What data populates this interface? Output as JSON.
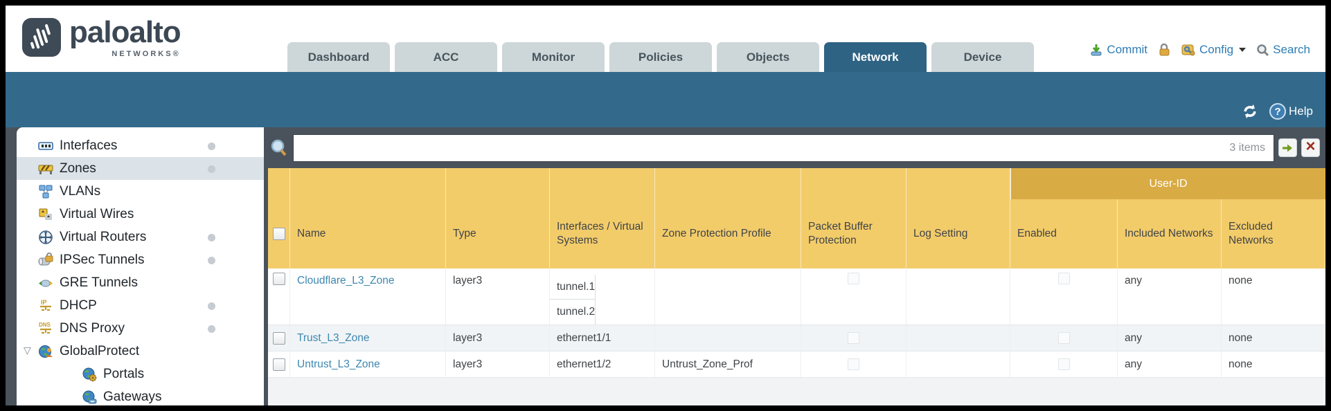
{
  "brand": {
    "wordmark": "paloalto",
    "sub": "NETWORKS®"
  },
  "tabs": [
    {
      "label": "Dashboard",
      "active": false
    },
    {
      "label": "ACC",
      "active": false
    },
    {
      "label": "Monitor",
      "active": false
    },
    {
      "label": "Policies",
      "active": false
    },
    {
      "label": "Objects",
      "active": false
    },
    {
      "label": "Network",
      "active": true
    },
    {
      "label": "Device",
      "active": false
    }
  ],
  "utilities": {
    "commit": "Commit",
    "config": "Config",
    "search": "Search"
  },
  "band": {
    "help": "Help",
    "help_glyph": "?"
  },
  "sidebar": {
    "items": [
      {
        "label": "Interfaces",
        "icon": "interfaces-icon",
        "dot": true,
        "selected": false
      },
      {
        "label": "Zones",
        "icon": "zones-icon",
        "dot": true,
        "selected": true
      },
      {
        "label": "VLANs",
        "icon": "vlans-icon",
        "dot": false,
        "selected": false
      },
      {
        "label": "Virtual Wires",
        "icon": "virtual-wires-icon",
        "dot": false,
        "selected": false
      },
      {
        "label": "Virtual Routers",
        "icon": "virtual-routers-icon",
        "dot": true,
        "selected": false
      },
      {
        "label": "IPSec Tunnels",
        "icon": "ipsec-tunnels-icon",
        "dot": true,
        "selected": false
      },
      {
        "label": "GRE Tunnels",
        "icon": "gre-tunnels-icon",
        "dot": false,
        "selected": false
      },
      {
        "label": "DHCP",
        "icon": "dhcp-icon",
        "dot": true,
        "selected": false
      },
      {
        "label": "DNS Proxy",
        "icon": "dns-proxy-icon",
        "dot": true,
        "selected": false
      },
      {
        "label": "GlobalProtect",
        "icon": "globalprotect-icon",
        "dot": false,
        "selected": false,
        "expanded": true,
        "caret": "▽"
      },
      {
        "label": "Portals",
        "icon": "portals-icon",
        "dot": false,
        "selected": false,
        "child": true
      },
      {
        "label": "Gateways",
        "icon": "gateways-icon",
        "dot": false,
        "selected": false,
        "child": true
      }
    ]
  },
  "filter": {
    "value": "",
    "count": "3 items"
  },
  "table": {
    "user_id_group_label": "User-ID",
    "columns": {
      "name": "Name",
      "type": "Type",
      "interfaces": "Interfaces / Virtual Systems",
      "zone_protection_profile": "Zone Protection Profile",
      "packet_buffer_protection": "Packet Buffer Protection",
      "log_setting": "Log Setting",
      "enabled": "Enabled",
      "included_networks": "Included Networks",
      "excluded_networks": "Excluded Networks"
    },
    "rows": [
      {
        "name": "Cloudflare_L3_Zone",
        "type": "layer3",
        "interfaces": [
          "tunnel.1",
          "tunnel.2"
        ],
        "zone_protection_profile": "",
        "log_setting": "",
        "included_networks": "any",
        "excluded_networks": "none"
      },
      {
        "name": "Trust_L3_Zone",
        "type": "layer3",
        "interfaces": [
          "ethernet1/1"
        ],
        "zone_protection_profile": "",
        "log_setting": "",
        "included_networks": "any",
        "excluded_networks": "none"
      },
      {
        "name": "Untrust_L3_Zone",
        "type": "layer3",
        "interfaces": [
          "ethernet1/2"
        ],
        "zone_protection_profile": "Untrust_Zone_Prof",
        "log_setting": "",
        "included_networks": "any",
        "excluded_networks": "none"
      }
    ]
  },
  "colors": {
    "teal_band": "#336a8c",
    "active_tab": "#2e6384",
    "inactive_tab": "#cdd6d8",
    "slate_background": "#4a535b",
    "header_gold": "#f3cc6a",
    "user_id_gold": "#d8ab45",
    "link_blue": "#3c87b0",
    "toolbar_link_blue": "#2d7cb5",
    "alt_row": "#f1f4f6"
  }
}
